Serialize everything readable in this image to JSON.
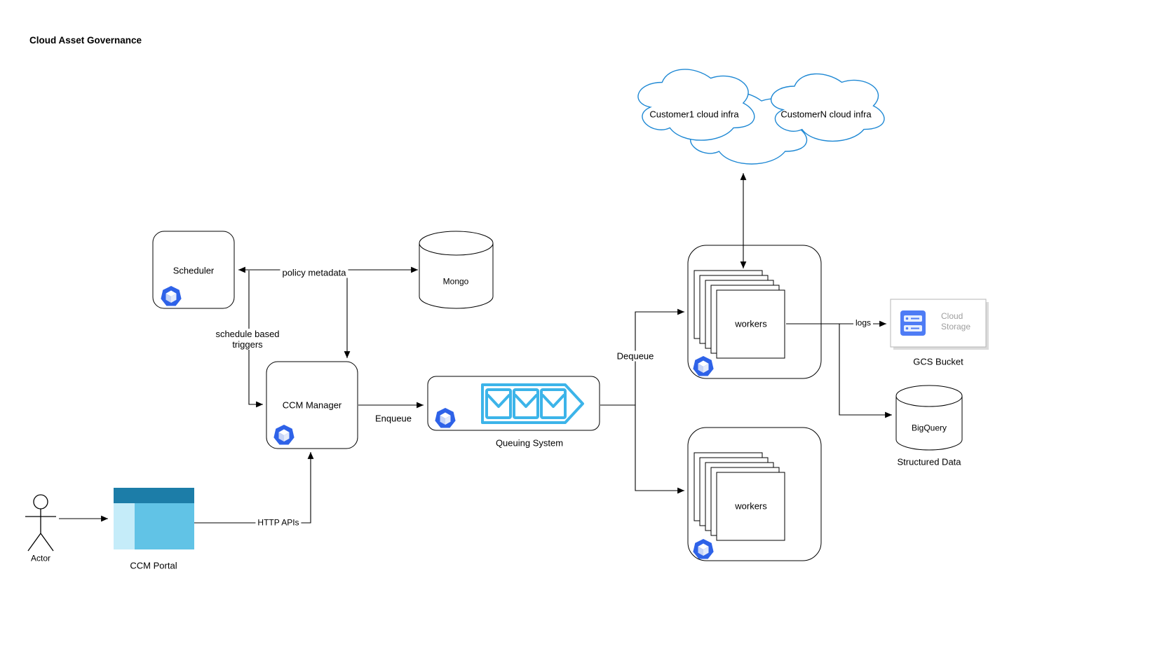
{
  "diagram": {
    "title": "Cloud Asset Governance",
    "nodes": {
      "actor": "Actor",
      "ccm_portal": "CCM Portal",
      "scheduler": "Scheduler",
      "ccm_manager": "CCM Manager",
      "mongo": "Mongo",
      "queuing_system": "Queuing System",
      "workers_top": "workers",
      "workers_bottom": "workers",
      "customer1_cloud": "Customer1 cloud infra",
      "customerN_cloud": "CustomerN cloud infra",
      "gcs_icon_text": "Cloud Storage",
      "gcs_bucket": "GCS Bucket",
      "bigquery": "BigQuery",
      "bigquery_caption": "Structured Data"
    },
    "edges": {
      "http_apis": "HTTP APIs",
      "schedule_triggers": "schedule based triggers",
      "policy_metadata": "policy metadata",
      "enqueue": "Enqueue",
      "dequeue": "Dequeue",
      "logs": "logs"
    },
    "icons": {
      "hexagon": "service-hexagon-cube-icon",
      "queue": "message-queue-envelopes-icon",
      "gcs": "cloud-storage-icon",
      "portal": "web-portal-icon",
      "actor": "stick-figure-icon"
    },
    "colors": {
      "line": "#000000",
      "cloud_stroke": "#1e88d4",
      "queue_icon": "#3cb4e9",
      "hexagon_fill": "#2e62e8",
      "gcs_icon_fill": "#4e7cf5",
      "portal_header": "#1c7da8",
      "portal_body": "#61c3e6",
      "portal_sidebar": "#c5ecf9",
      "gcs_text": "#9e9e9e"
    }
  }
}
